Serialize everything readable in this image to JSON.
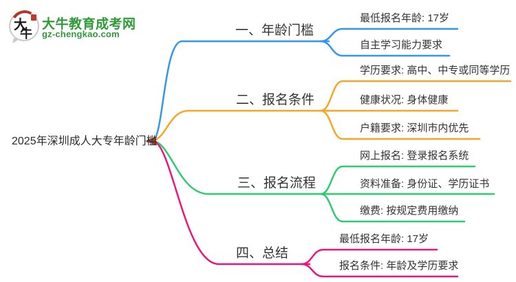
{
  "logo": {
    "icon_text": {
      "char1": "大",
      "char2": "牛"
    },
    "title": "大牛教育成考网",
    "subtitle": "gz-chengkao.com",
    "brand_color": "#2e9b37"
  },
  "mindmap": {
    "root": {
      "label": "2025年深圳成人大专年龄门槛"
    },
    "branches": [
      {
        "label": "一、年龄门槛",
        "color": "#2f96f3",
        "children": [
          "最低报名年龄: 17岁",
          "自主学习能力要求"
        ]
      },
      {
        "label": "二、报名条件",
        "color": "#f5a623",
        "children": [
          "学历要求: 高中、中专或同等学历",
          "健康状况: 身体健康",
          "户籍要求: 深圳市内优先"
        ]
      },
      {
        "label": "三、报名流程",
        "color": "#2ecc71",
        "children": [
          "网上报名: 登录报名系统",
          "资料准备: 身份证、学历证书",
          "缴费: 按规定费用缴纳"
        ]
      },
      {
        "label": "四、总结",
        "color": "#f1137c",
        "children": [
          "最低报名年龄: 17岁",
          "报名条件: 年龄及学历要求"
        ]
      }
    ]
  }
}
